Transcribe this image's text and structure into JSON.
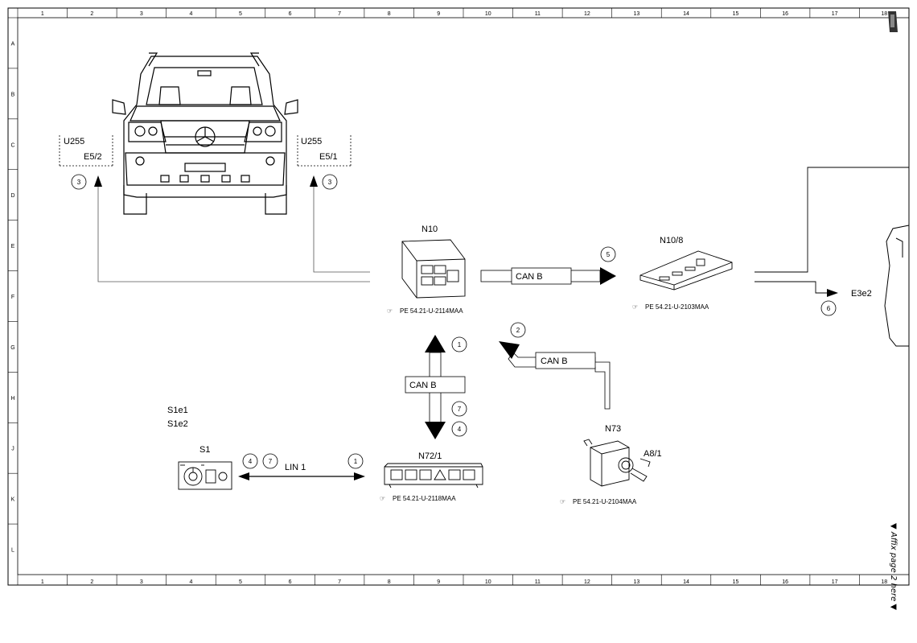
{
  "grid": {
    "columns": [
      "1",
      "2",
      "3",
      "4",
      "5",
      "6",
      "7",
      "8",
      "9",
      "10",
      "11",
      "12",
      "13",
      "14",
      "15",
      "16",
      "17",
      "18"
    ],
    "rows": [
      "A",
      "B",
      "C",
      "D",
      "E",
      "F",
      "G",
      "H",
      "J",
      "K",
      "L"
    ]
  },
  "vehicle_labels": {
    "left_code": "U255",
    "left_component": "E5/2",
    "right_code": "U255",
    "right_component": "E5/1"
  },
  "components": {
    "n10": "N10",
    "n10_8": "N10/8",
    "e3e2": "E3e2",
    "n73": "N73",
    "a8_1": "A8/1",
    "n72_1": "N72/1",
    "s1e1": "S1e1",
    "s1e2": "S1e2",
    "s1": "S1"
  },
  "bus_labels": {
    "can_b_1": "CAN B",
    "can_b_2": "CAN B",
    "can_b_3": "CAN B",
    "lin_1": "LIN 1"
  },
  "references": {
    "n10": "PE 54.21-U-2114MAA",
    "n10_8": "PE 54.21-U-2103MAA",
    "n72_1": "PE 54.21-U-2118MAA",
    "n73": "PE 54.21-U-2104MAA"
  },
  "callouts": {
    "left_lamp": "3",
    "right_lamp": "3",
    "can_to_n10_8": "5",
    "e3e2": "6",
    "n73_arrow": "2",
    "vertical_up": "1",
    "vertical_down_a": "7",
    "vertical_down_b": "4",
    "lin_left_a": "4",
    "lin_left_b": "7",
    "lin_right": "1"
  },
  "affix_note": "▼ Affix page 2 here ▼"
}
